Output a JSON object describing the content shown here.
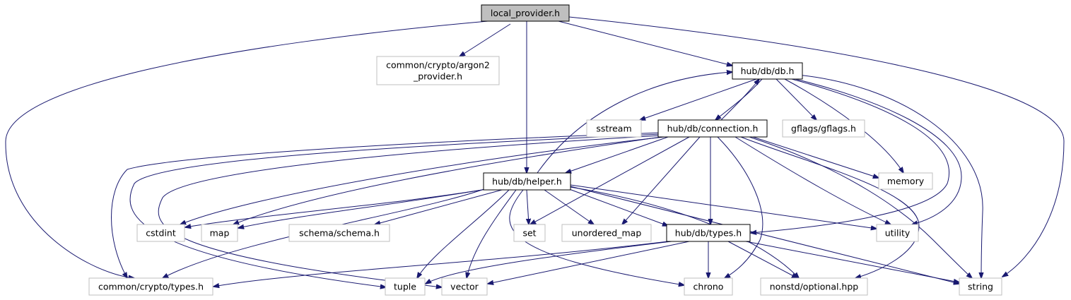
{
  "nodes": {
    "local_provider": {
      "label": "local_provider.h",
      "kind": "root"
    },
    "argon2": {
      "label": "common/crypto/argon2\n_provider.h",
      "kind": "external"
    },
    "db": {
      "label": "hub/db/db.h",
      "kind": "project"
    },
    "sstream": {
      "label": "sstream",
      "kind": "external"
    },
    "connection": {
      "label": "hub/db/connection.h",
      "kind": "project"
    },
    "gflags": {
      "label": "gflags/gflags.h",
      "kind": "external"
    },
    "memory": {
      "label": "memory",
      "kind": "external"
    },
    "helper": {
      "label": "hub/db/helper.h",
      "kind": "project"
    },
    "cstdint": {
      "label": "cstdint",
      "kind": "external"
    },
    "map": {
      "label": "map",
      "kind": "external"
    },
    "schema": {
      "label": "schema/schema.h",
      "kind": "external"
    },
    "set": {
      "label": "set",
      "kind": "external"
    },
    "unordered_map": {
      "label": "unordered_map",
      "kind": "external"
    },
    "types_db": {
      "label": "hub/db/types.h",
      "kind": "project"
    },
    "utility": {
      "label": "utility",
      "kind": "external"
    },
    "crypto_types": {
      "label": "common/crypto/types.h",
      "kind": "external"
    },
    "tuple": {
      "label": "tuple",
      "kind": "external"
    },
    "vector": {
      "label": "vector",
      "kind": "external"
    },
    "chrono": {
      "label": "chrono",
      "kind": "external"
    },
    "optional": {
      "label": "nonstd/optional.hpp",
      "kind": "external"
    },
    "string": {
      "label": "string",
      "kind": "external"
    }
  },
  "edges": [
    [
      "local_provider",
      "crypto_types"
    ],
    [
      "local_provider",
      "argon2"
    ],
    [
      "local_provider",
      "helper"
    ],
    [
      "local_provider",
      "db"
    ],
    [
      "local_provider",
      "string"
    ],
    [
      "db",
      "sstream"
    ],
    [
      "db",
      "connection"
    ],
    [
      "db",
      "gflags"
    ],
    [
      "db",
      "memory"
    ],
    [
      "db",
      "types_db"
    ],
    [
      "db",
      "utility"
    ],
    [
      "db",
      "string"
    ],
    [
      "connection",
      "db"
    ],
    [
      "connection",
      "helper"
    ],
    [
      "connection",
      "cstdint"
    ],
    [
      "connection",
      "map"
    ],
    [
      "connection",
      "crypto_types"
    ],
    [
      "connection",
      "tuple"
    ],
    [
      "connection",
      "vector"
    ],
    [
      "connection",
      "set"
    ],
    [
      "connection",
      "unordered_map"
    ],
    [
      "connection",
      "types_db"
    ],
    [
      "connection",
      "memory"
    ],
    [
      "connection",
      "utility"
    ],
    [
      "connection",
      "chrono"
    ],
    [
      "connection",
      "optional"
    ],
    [
      "connection",
      "string"
    ],
    [
      "helper",
      "db"
    ],
    [
      "helper",
      "cstdint"
    ],
    [
      "helper",
      "map"
    ],
    [
      "helper",
      "schema"
    ],
    [
      "helper",
      "set"
    ],
    [
      "helper",
      "unordered_map"
    ],
    [
      "helper",
      "types_db"
    ],
    [
      "helper",
      "utility"
    ],
    [
      "helper",
      "crypto_types"
    ],
    [
      "helper",
      "tuple"
    ],
    [
      "helper",
      "vector"
    ],
    [
      "helper",
      "chrono"
    ],
    [
      "helper",
      "optional"
    ],
    [
      "helper",
      "string"
    ],
    [
      "types_db",
      "crypto_types"
    ],
    [
      "types_db",
      "tuple"
    ],
    [
      "types_db",
      "vector"
    ],
    [
      "types_db",
      "chrono"
    ],
    [
      "types_db",
      "optional"
    ],
    [
      "types_db",
      "string"
    ]
  ],
  "colors": {
    "edge": "#191970",
    "root_fill": "#bfbfbf",
    "project_border": "#000000",
    "external_border": "#bfbfbf"
  }
}
